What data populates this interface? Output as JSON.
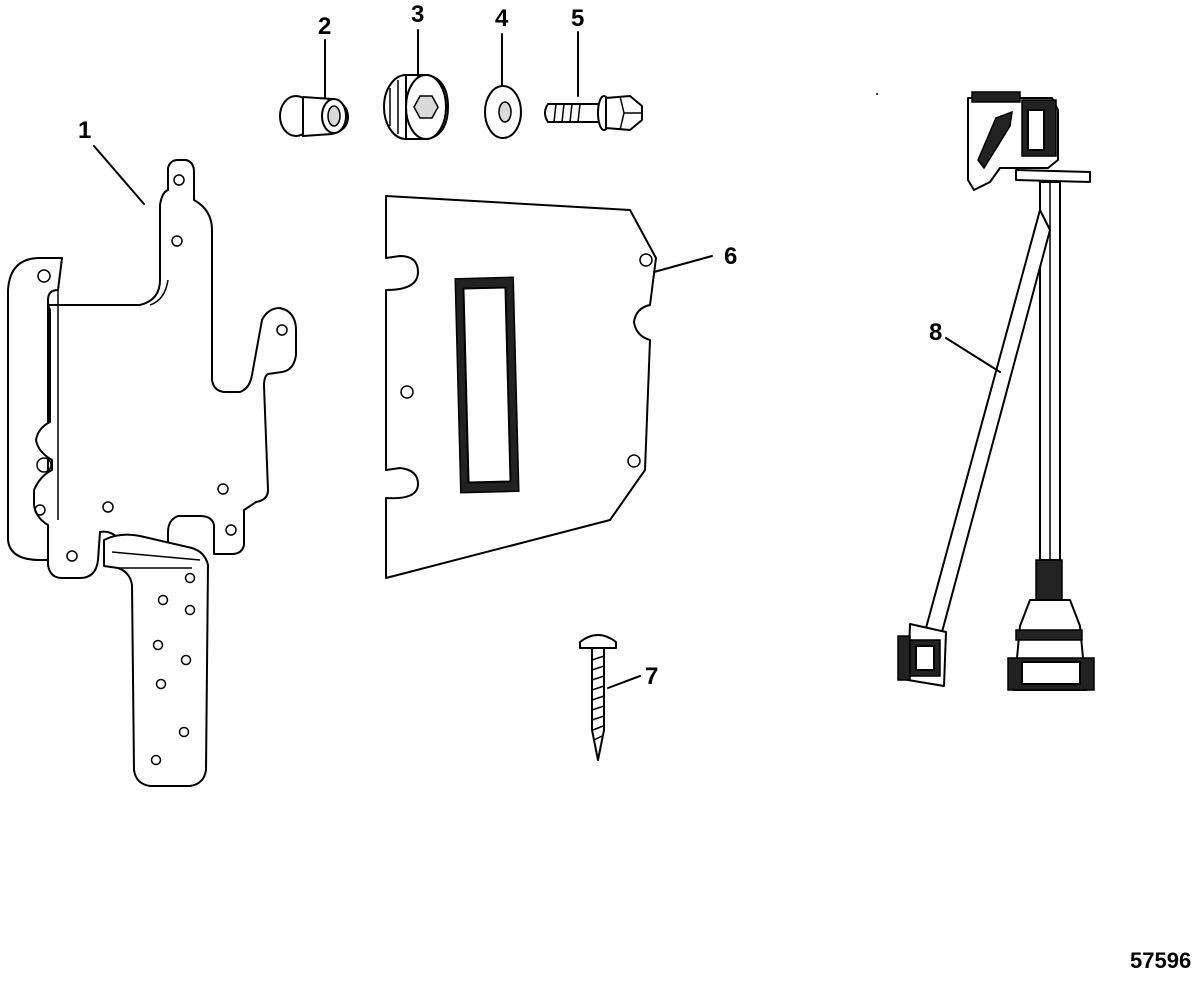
{
  "diagram": {
    "figure_number": "57596",
    "callouts": [
      {
        "id": "1",
        "label": "1",
        "part": "mounting-bracket"
      },
      {
        "id": "2",
        "label": "2",
        "part": "grommet"
      },
      {
        "id": "3",
        "label": "3",
        "part": "plug"
      },
      {
        "id": "4",
        "label": "4",
        "part": "washer"
      },
      {
        "id": "5",
        "label": "5",
        "part": "screw"
      },
      {
        "id": "6",
        "label": "6",
        "part": "cover-plate"
      },
      {
        "id": "7",
        "label": "7",
        "part": "tapping-screw"
      },
      {
        "id": "8",
        "label": "8",
        "part": "wiring-harness"
      }
    ]
  }
}
